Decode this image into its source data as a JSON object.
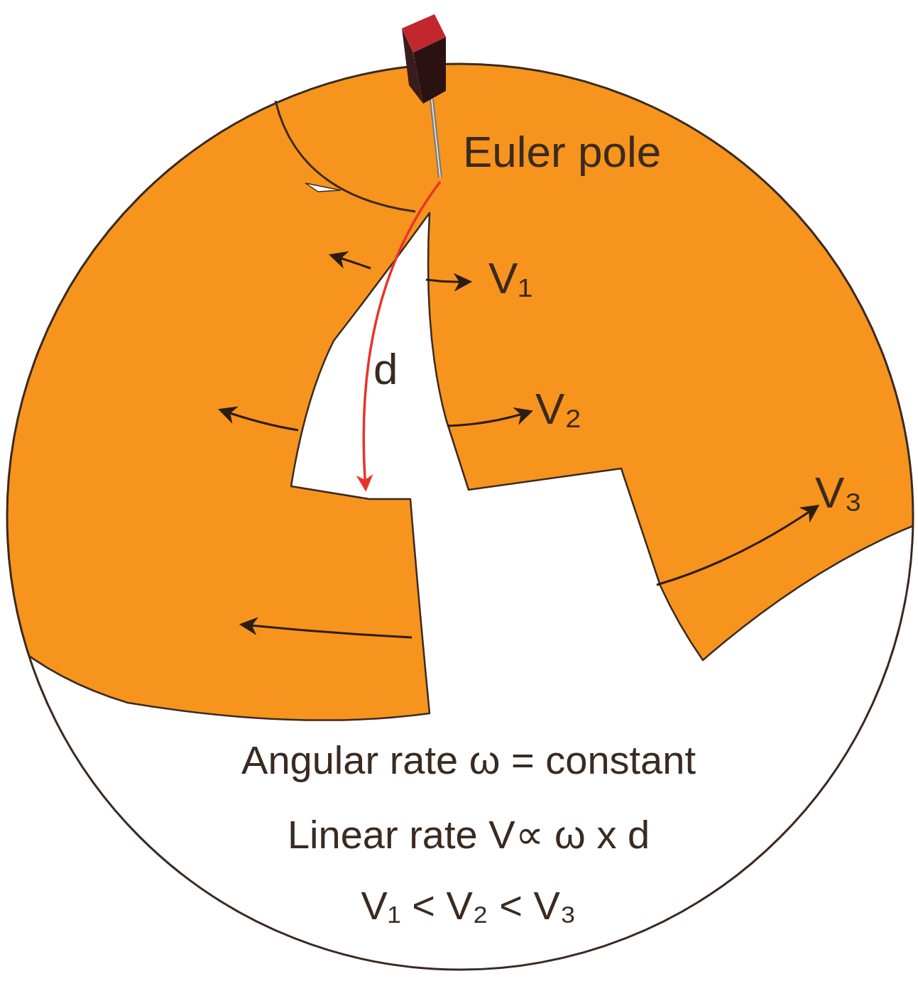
{
  "diagram": {
    "labels": [
      "Euler pole",
      "V₁",
      "d",
      "V₂",
      "V₃",
      "Angular rate ω = constant",
      "Linear rate V∝ ω x d",
      "V₁ < V₂ < V₃"
    ]
  }
}
